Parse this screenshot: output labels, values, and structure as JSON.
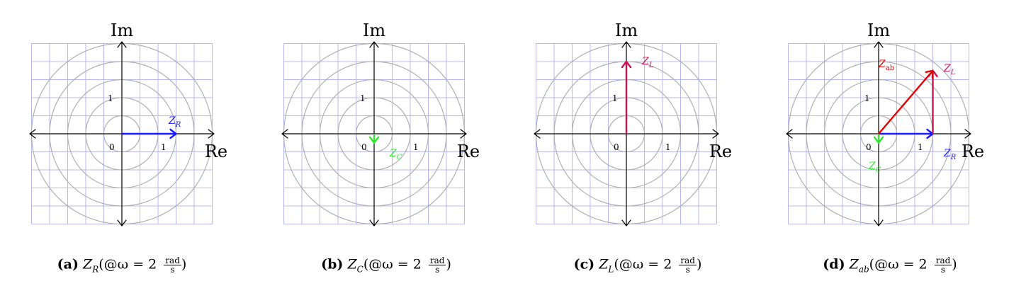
{
  "colors": {
    "grid": "#b8b8f0",
    "circle": "#b0b0b0",
    "axis": "#000000",
    "Z_R": "#1a1aff",
    "Z_C": "#33e633",
    "Z_L": "#cc1155",
    "Z_ab": "#e60000"
  },
  "panels": [
    {
      "caption_tag": "(a)",
      "caption_var": "Z",
      "caption_sub": "R",
      "caption_rest": "(@ω = 2",
      "frac_num": "rad",
      "frac_den": "s",
      "close": ")",
      "axis_re": "Re",
      "axis_im": "Im",
      "tick_zero": "0",
      "tick_re1": "1",
      "tick_im1": "1",
      "vectors": [
        {
          "name": "Z",
          "sub": "R",
          "color": "#1a1aff",
          "re": 1.5,
          "im": 0
        }
      ]
    },
    {
      "caption_tag": "(b)",
      "caption_var": "Z",
      "caption_sub": "C",
      "caption_rest": "(@ω = 2",
      "frac_num": "rad",
      "frac_den": "s",
      "close": ")",
      "axis_re": "Re",
      "axis_im": "Im",
      "tick_zero": "0",
      "tick_re1": "1",
      "tick_im1": "1",
      "vectors": [
        {
          "name": "Z",
          "sub": "C",
          "color": "#33e633",
          "re": 0,
          "im": -0.25
        }
      ]
    },
    {
      "caption_tag": "(c)",
      "caption_var": "Z",
      "caption_sub": "L",
      "caption_rest": "(@ω = 2",
      "frac_num": "rad",
      "frac_den": "s",
      "close": ")",
      "axis_re": "Re",
      "axis_im": "Im",
      "tick_zero": "0",
      "tick_re1": "1",
      "tick_im1": "1",
      "vectors": [
        {
          "name": "Z",
          "sub": "L",
          "color": "#cc1155",
          "re": 0,
          "im": 2
        }
      ]
    },
    {
      "caption_tag": "(d)",
      "caption_var": "Z",
      "caption_sub": "ab",
      "caption_rest": "(@ω = 2",
      "frac_num": "rad",
      "frac_den": "s",
      "close": ")",
      "axis_re": "Re",
      "axis_im": "Im",
      "tick_zero": "0",
      "tick_re1": "1",
      "tick_im1": "1",
      "vectors": [
        {
          "name": "Z",
          "sub": "R",
          "color": "#1a1aff",
          "re": 1.5,
          "im": 0
        },
        {
          "name": "Z",
          "sub": "C",
          "color": "#33e633",
          "re": 0,
          "im": -0.25
        },
        {
          "name": "Z",
          "sub": "L",
          "color": "#cc1155",
          "re": 0,
          "im": 2
        },
        {
          "name": "Z",
          "sub": "ab",
          "color": "#e60000",
          "re": 1.5,
          "im": 1.75
        }
      ]
    }
  ]
}
